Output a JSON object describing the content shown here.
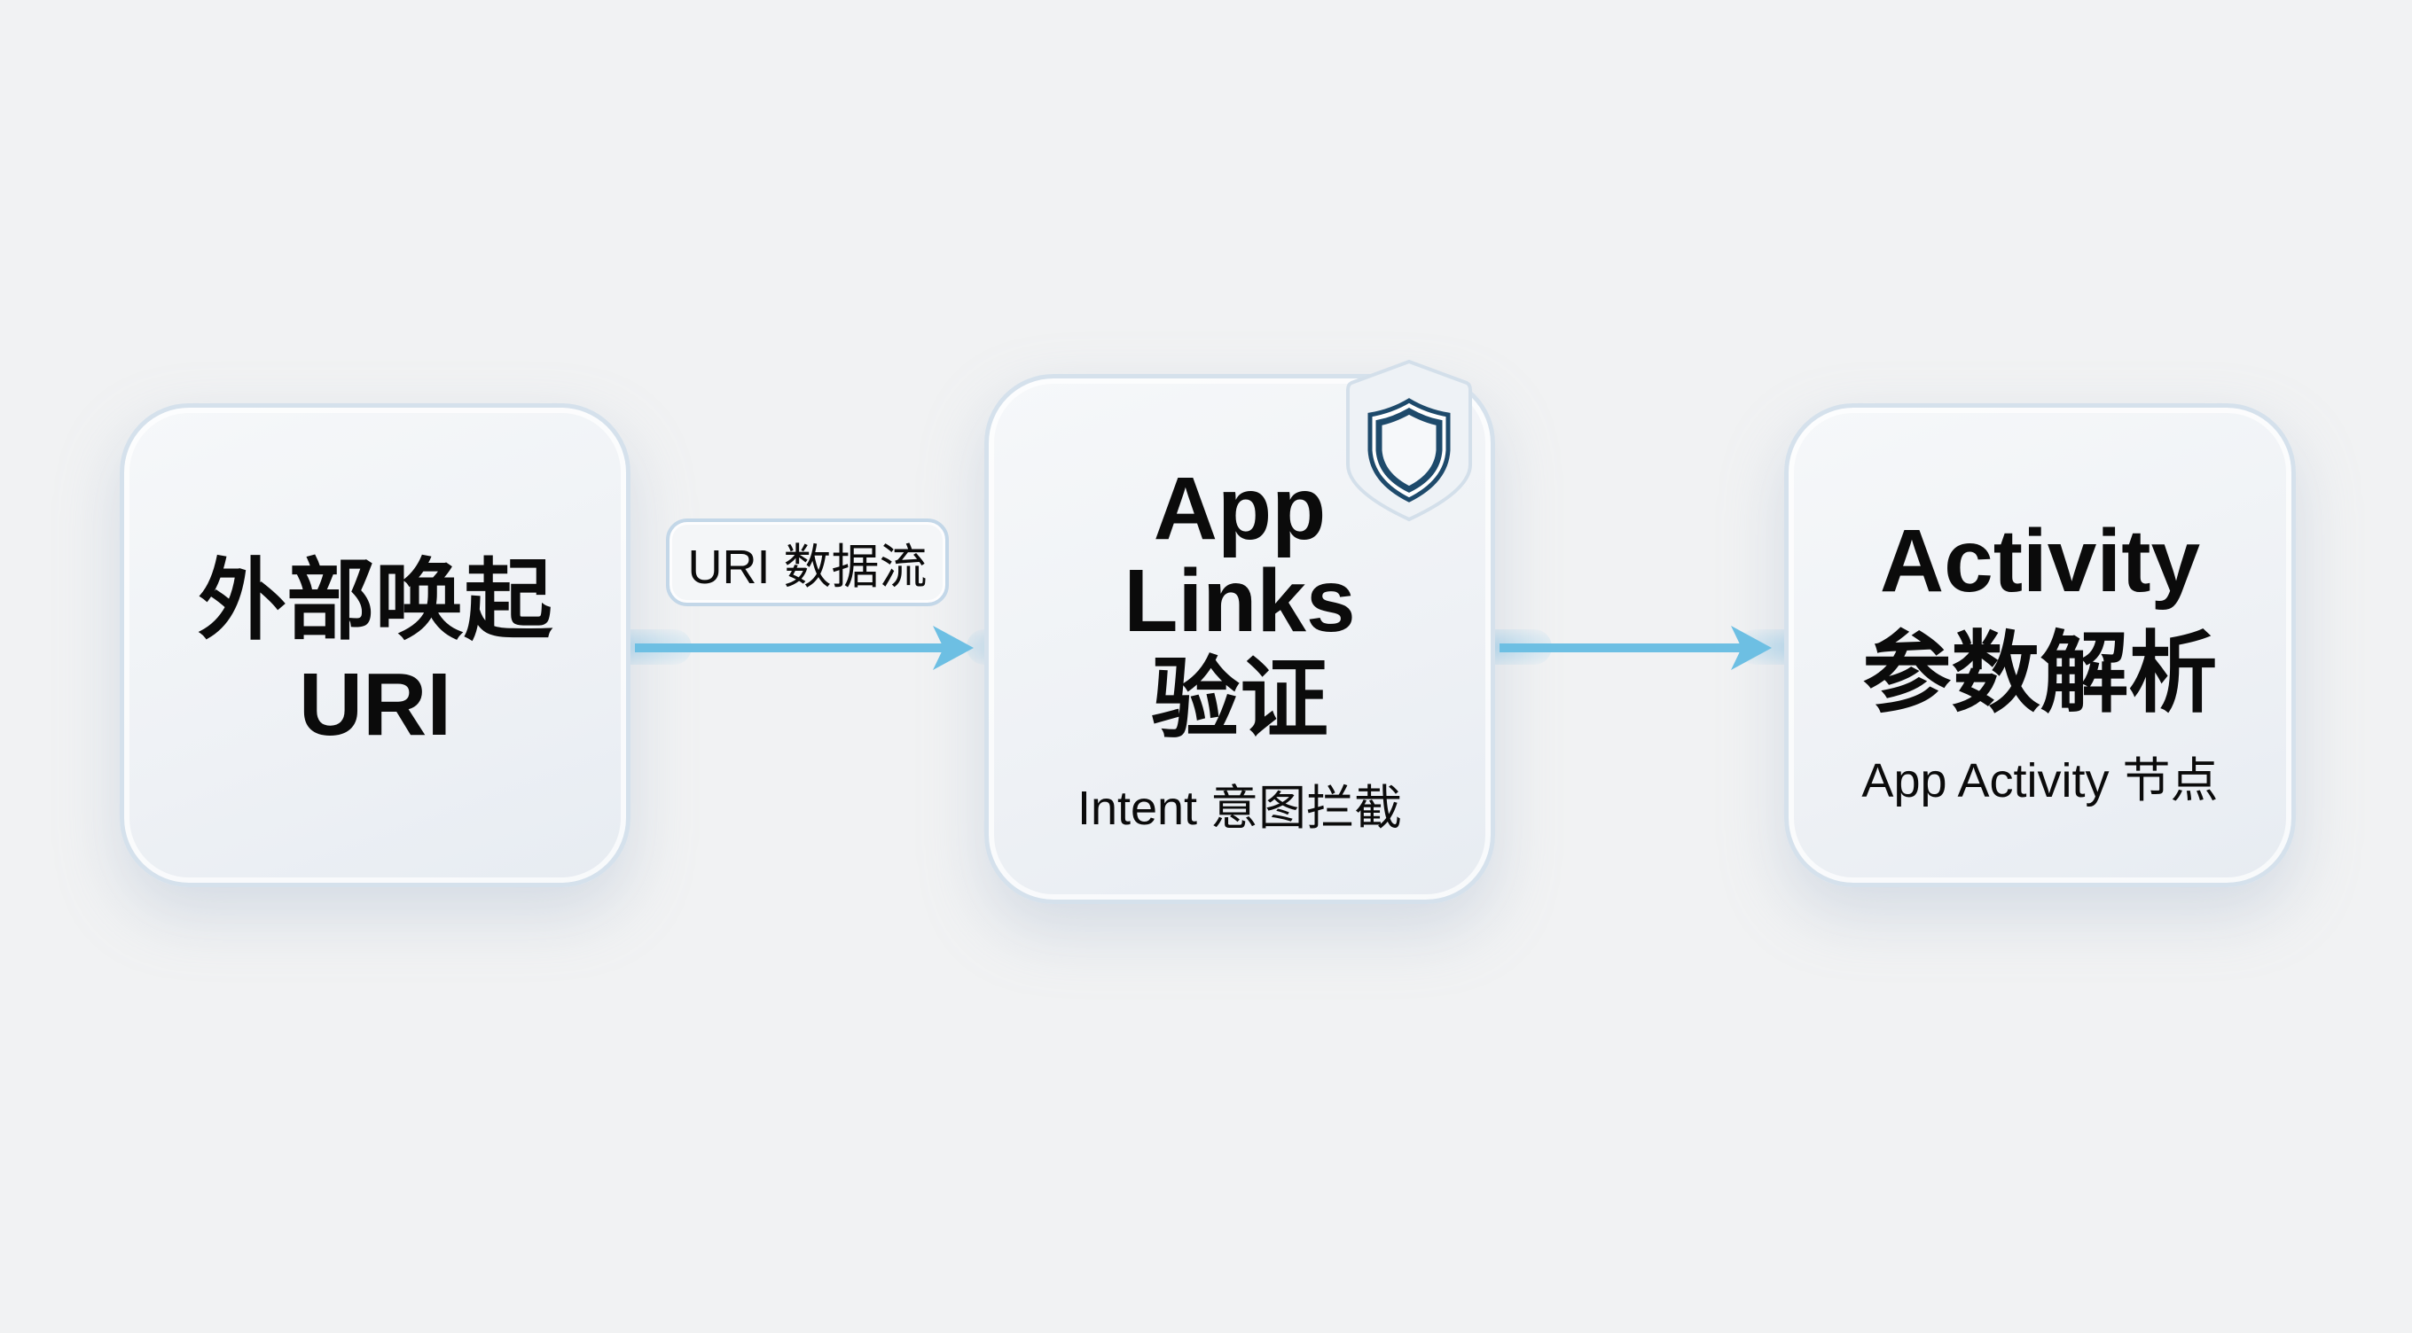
{
  "nodes": [
    {
      "title_line1": "外部唤起",
      "title_line2": "URI"
    },
    {
      "title_line1": "App",
      "title_line2": "Links",
      "title_line3": "验证",
      "subtitle": "Intent 意图拦截",
      "badge_icon": "shield-icon"
    },
    {
      "title_line1": "Activity",
      "title_line2": "参数解析",
      "subtitle": "App Activity 节点"
    }
  ],
  "edge_label": "URI 数据流",
  "colors": {
    "arrow": "#6dbfe3",
    "shield": "#1e4a6b",
    "card_border": "#d5e1ec"
  }
}
